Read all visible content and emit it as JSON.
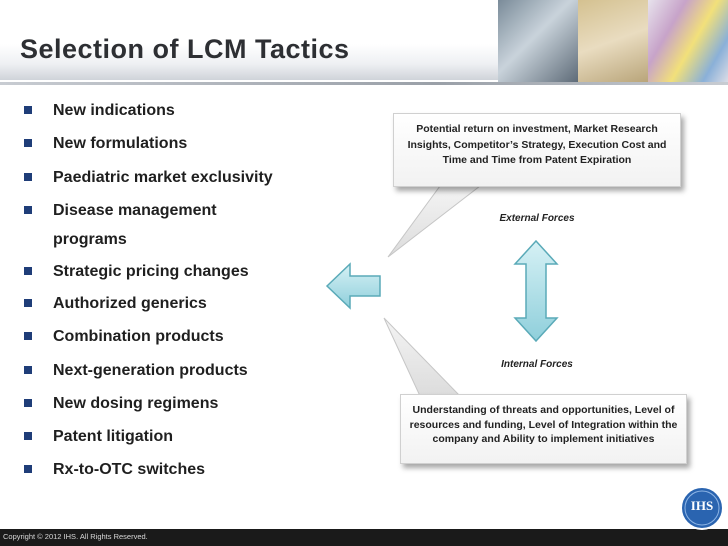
{
  "slide": {
    "title": "Selection of LCM Tactics",
    "bullets": [
      "New indications",
      "New formulations",
      "Paediatric market exclusivity",
      "Disease management",
      "programs",
      "Strategic pricing changes",
      "Authorized generics",
      "Combination products",
      "Next-generation products",
      "New dosing regimens",
      "Patent litigation",
      "Rx-to-OTC switches"
    ],
    "callout_top": "Potential return on investment, Market Research Insights, Competitor’s Strategy, Execution Cost and Time and Time from Patent Expiration",
    "external_forces": "External Forces",
    "internal_forces": "Internal Forces",
    "callout_bottom": "Understanding of threats and opportunities, Level of resources and funding, Level of Integration within the company and Ability to implement initiatives",
    "copyright": "Copyright © 2012 IHS. All Rights Reserved.",
    "logo_text": "IHS"
  },
  "colors": {
    "bullet_marker": "#1f3d78",
    "arrow_fill": "#a8dde6",
    "arrow_stroke": "#5aaab8",
    "footer_bar": "#1a1a1a",
    "logo_blue": "#2a64b0"
  },
  "icons": [
    "left-arrow-icon",
    "double-vertical-arrow-icon",
    "ihs-logo-icon"
  ]
}
